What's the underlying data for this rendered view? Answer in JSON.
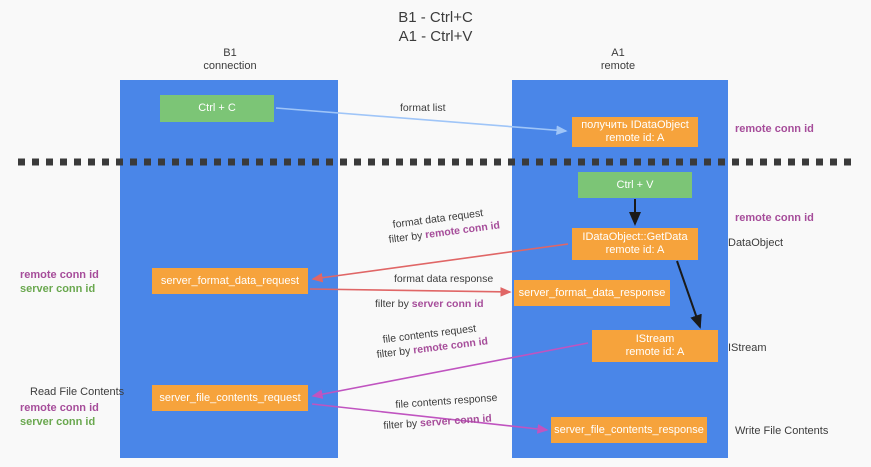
{
  "title": {
    "line1": "B1 - Ctrl+C",
    "line2": "A1 - Ctrl+V"
  },
  "columns": {
    "b1": {
      "name": "B1",
      "role": "connection"
    },
    "a1": {
      "name": "A1",
      "role": "remote"
    }
  },
  "boxes": {
    "ctrl_c": "Ctrl + C",
    "ctrl_v": "Ctrl + V",
    "get_idataobject_l1": "получить IDataObject",
    "get_idataobject_l2": "remote id: A",
    "getdata_l1": "IDataObject::GetData",
    "getdata_l2": "remote id: A",
    "server_format_data_request": "server_format_data_request",
    "server_format_data_response": "server_format_data_response",
    "istream_l1": "IStream",
    "istream_l2": "remote id: A",
    "server_file_contents_request": "server_file_contents_request",
    "server_file_contents_response": "server_file_contents_response"
  },
  "edge_labels": {
    "format_list": "format list",
    "format_data_request": "format data request",
    "format_data_request_filter_prefix": "filter by ",
    "format_data_request_filter_value": "remote conn id",
    "format_data_response": "format data response",
    "format_data_response_filter_prefix": "filter by ",
    "format_data_response_filter_value": "server conn id",
    "file_contents_request": "file contents request",
    "file_contents_request_filter_prefix": "filter by ",
    "file_contents_request_filter_value": "remote conn id",
    "file_contents_response": "file contents response",
    "file_contents_response_filter_prefix": "filter by ",
    "file_contents_response_filter_value": "server conn id"
  },
  "side_notes": {
    "right_remote_conn_id_top": "remote conn id",
    "right_remote_conn_id_mid": "remote conn id",
    "right_dataobject": "DataObject",
    "right_istream": "IStream",
    "right_write_file_contents": "Write File Contents",
    "left_remote_conn_id_1": "remote conn id",
    "left_server_conn_id_1": "server conn id",
    "left_read_file_contents": "Read File Contents",
    "left_remote_conn_id_2": "remote conn id",
    "left_server_conn_id_2": "server conn id"
  },
  "colors": {
    "column_blue": "#4a86e8",
    "box_orange": "#f6a33c",
    "box_green": "#7cc576",
    "accent_purple": "#a64d9a",
    "accent_green": "#6aa84f",
    "arrow_lightblue": "#9fc5f8",
    "arrow_red": "#e06666",
    "arrow_magenta": "#c householder"
  }
}
